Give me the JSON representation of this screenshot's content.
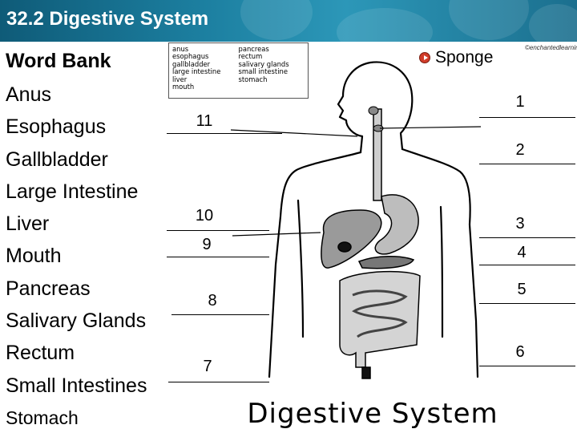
{
  "header": {
    "title": "32.2 Digestive System"
  },
  "word_bank": {
    "heading": "Word Bank",
    "items": [
      "Anus",
      "Esophagus",
      "Gallbladder",
      "Large Intestine",
      "Liver",
      "Mouth",
      "Pancreas",
      "Salivary Glands",
      "Rectum",
      "Small Intestines",
      "Stomach"
    ]
  },
  "mini_bank": {
    "col1": [
      "anus",
      "esophagus",
      "gallbladder",
      "large intestine",
      "liver",
      "mouth"
    ],
    "col2": [
      "pancreas",
      "rectum",
      "salivary glands",
      "small intestine",
      "stomach"
    ]
  },
  "sponge": {
    "label": "Sponge",
    "bullet_color": "#d13d2a"
  },
  "credit": "©enchantedlearning.com",
  "diagram": {
    "title": "Digestive System",
    "labels": {
      "n1": "1",
      "n2": "2",
      "n3": "3",
      "n4": "4",
      "n5": "5",
      "n6": "6",
      "n7": "7",
      "n8": "8",
      "n9": "9",
      "n10": "10",
      "n11": "11"
    }
  }
}
